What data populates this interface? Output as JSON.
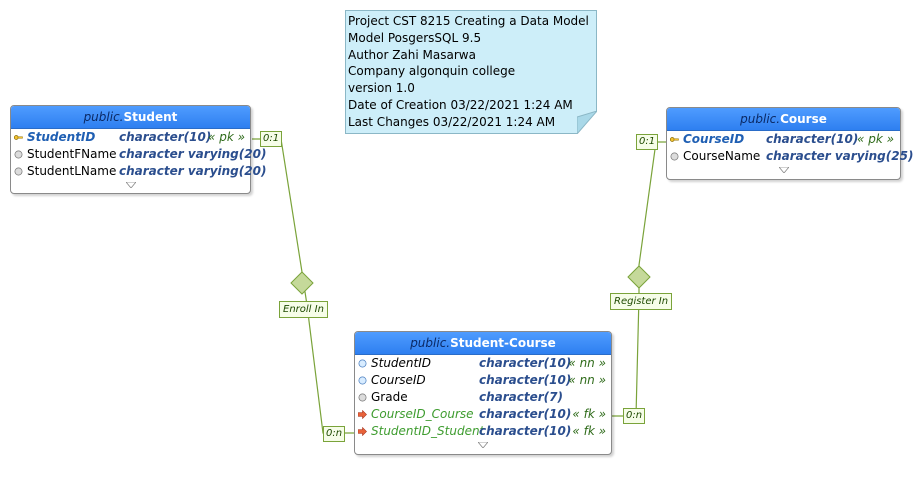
{
  "note": {
    "lines": [
      "Project CST 8215 Creating a Data Model",
      "Model PosgersSQL 9.5",
      "Author Zahi Masarwa",
      "Company algonquin college",
      "version 1.0",
      "Date of Creation 03/22/2021 1:24 AM",
      "Last Changes 03/22/2021 1:24 AM"
    ]
  },
  "tables": {
    "student": {
      "schema": "public.",
      "name": "Student",
      "columns": [
        {
          "name": "StudentID",
          "type": "character(10)",
          "constraint": "« pk »",
          "kind": "pk"
        },
        {
          "name": "StudentFName",
          "type": "character varying(20)",
          "constraint": "",
          "kind": "plain"
        },
        {
          "name": "StudentLName",
          "type": "character varying(20)",
          "constraint": "",
          "kind": "plain"
        }
      ]
    },
    "course": {
      "schema": "public.",
      "name": "Course",
      "columns": [
        {
          "name": "CourseID",
          "type": "character(10)",
          "constraint": "« pk »",
          "kind": "pk"
        },
        {
          "name": "CourseName",
          "type": "character varying(25)",
          "constraint": "",
          "kind": "plain"
        }
      ]
    },
    "student_course": {
      "schema": "public.",
      "name": "Student-Course",
      "columns": [
        {
          "name": "StudentID",
          "type": "character(10)",
          "constraint": "« nn »",
          "kind": "nn"
        },
        {
          "name": "CourseID",
          "type": "character(10)",
          "constraint": "« nn »",
          "kind": "nn"
        },
        {
          "name": "Grade",
          "type": "character(7)",
          "constraint": "",
          "kind": "plain"
        },
        {
          "name": "CourseID_Course",
          "type": "character(10)",
          "constraint": "« fk »",
          "kind": "fk"
        },
        {
          "name": "StudentID_Student",
          "type": "character(10)",
          "constraint": "« fk »",
          "kind": "fk"
        }
      ]
    }
  },
  "relationships": {
    "enroll": {
      "label": "Enroll In",
      "from_card": "0:1",
      "to_card": "0:n"
    },
    "register": {
      "label": "Register In",
      "from_card": "0:1",
      "to_card": "0:n"
    }
  },
  "colors": {
    "header": "#2e7ff0",
    "line": "#7aa33a",
    "diamond": "#c5d99a",
    "note_bg": "#cdeef9"
  }
}
